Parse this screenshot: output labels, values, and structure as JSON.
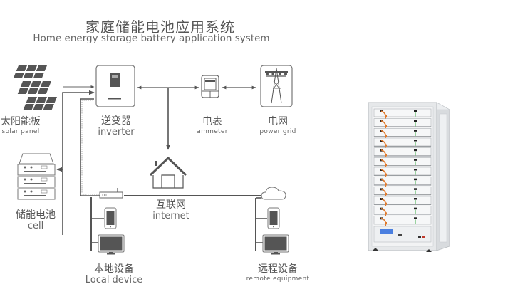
{
  "title": {
    "zh": "家庭储能电池应用系统",
    "en": "Home energy storage battery application system"
  },
  "nodes": {
    "solar_panel": {
      "zh": "太阳能板",
      "en": "solar panel",
      "icon": "solar-panel-icon"
    },
    "inverter": {
      "zh": "逆变器",
      "en": "inverter",
      "icon": "inverter-icon"
    },
    "ammeter": {
      "zh": "电表",
      "en": "ammeter",
      "icon": "ammeter-icon"
    },
    "power_grid": {
      "zh": "电网",
      "en": "power grid",
      "icon": "power-tower-icon"
    },
    "home": {
      "icon": "house-icon"
    },
    "cell": {
      "zh": "储能电池",
      "en": "cell",
      "icon": "battery-module-icon"
    },
    "internet": {
      "zh": "互联网",
      "en": "internet",
      "icon": "router-icon"
    },
    "cloud": {
      "icon": "cloud-icon"
    },
    "local_device": {
      "zh": "本地设备",
      "en": "Local device",
      "icons": [
        "phone-icon",
        "monitor-icon"
      ]
    },
    "remote_equipment": {
      "zh": "远程设备",
      "en": "remote equipment",
      "icons": [
        "phone-icon",
        "monitor-icon"
      ]
    }
  },
  "product": {
    "name": "battery-rack-cabinet",
    "modules": 12
  },
  "colors": {
    "line": "#555555",
    "icon_fill": "#555555",
    "text": "#555555",
    "cable_orange": "#e07a2e",
    "cable_green": "#3fae49",
    "lcd_blue": "#4a7fe0",
    "cabinet": "#e6e8ea"
  }
}
